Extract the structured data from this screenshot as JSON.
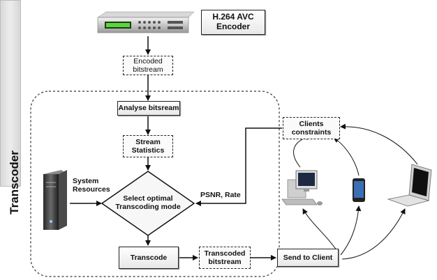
{
  "encoder": {
    "title_line1": "H.264 AVC",
    "title_line2": "Encoder"
  },
  "lane": {
    "label": "Transcoder"
  },
  "boxes": {
    "encoded": {
      "line1": "Encoded",
      "line2": "bitstream"
    },
    "analyse": "Analyse bitsream",
    "stream_stats": {
      "line1": "Stream",
      "line2": "Statistics"
    },
    "decision": {
      "line1": "Select optimal",
      "line2": "Transcoding mode"
    },
    "transcode": "Transcode",
    "transcoded": {
      "line1": "Transcoded",
      "line2": "bitstream"
    },
    "send": "Send to Client",
    "clients": {
      "line1": "Clients",
      "line2": "constraints"
    }
  },
  "labels": {
    "system_resources": {
      "line1": "System",
      "line2": "Resources"
    },
    "psnr_rate": "PSNR, Rate"
  },
  "icons": [
    "rack-encoder-icon",
    "server-tower-icon",
    "desktop-pc-icon",
    "smartphone-icon",
    "laptop-icon"
  ]
}
